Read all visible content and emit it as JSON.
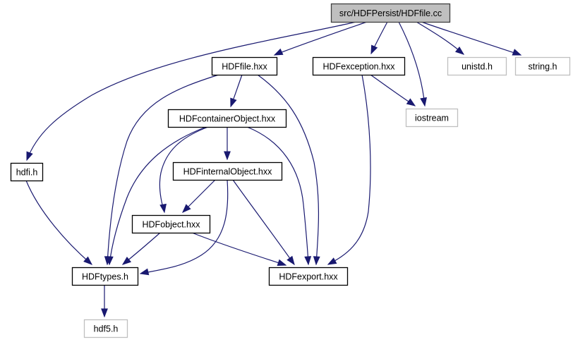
{
  "graph": {
    "title": "Include dependency graph for src/HDFPersist/HDFfile.cc",
    "colors": {
      "edge": "#191970",
      "root_fill": "#bfbfbf",
      "root_border": "#404040",
      "documented_border": "#000000",
      "external_border": "#bfbfbf",
      "node_fill": "#ffffff"
    },
    "nodes": [
      {
        "id": "root",
        "label": "src/HDFPersist/HDFfile.cc",
        "kind": "root"
      },
      {
        "id": "hdffile_hxx",
        "label": "HDFfile.hxx",
        "kind": "documented"
      },
      {
        "id": "hdfexception_hxx",
        "label": "HDFexception.hxx",
        "kind": "documented"
      },
      {
        "id": "unistd_h",
        "label": "unistd.h",
        "kind": "external"
      },
      {
        "id": "string_h",
        "label": "string.h",
        "kind": "external"
      },
      {
        "id": "iostream",
        "label": "iostream",
        "kind": "external"
      },
      {
        "id": "hdfcontainerobject_hxx",
        "label": "HDFcontainerObject.hxx",
        "kind": "documented"
      },
      {
        "id": "hdfi_h",
        "label": "hdfi.h",
        "kind": "documented"
      },
      {
        "id": "hdfinternalobject_hxx",
        "label": "HDFinternalObject.hxx",
        "kind": "documented"
      },
      {
        "id": "hdfobject_hxx",
        "label": "HDFobject.hxx",
        "kind": "documented"
      },
      {
        "id": "hdftypes_h",
        "label": "HDFtypes.h",
        "kind": "documented"
      },
      {
        "id": "hdfexport_hxx",
        "label": "HDFexport.hxx",
        "kind": "documented"
      },
      {
        "id": "hdf5_h",
        "label": "hdf5.h",
        "kind": "external"
      }
    ],
    "edges": [
      {
        "from": "root",
        "to": "hdffile_hxx"
      },
      {
        "from": "root",
        "to": "hdfexception_hxx"
      },
      {
        "from": "root",
        "to": "unistd_h"
      },
      {
        "from": "root",
        "to": "string_h"
      },
      {
        "from": "root",
        "to": "iostream"
      },
      {
        "from": "root",
        "to": "hdfi_h"
      },
      {
        "from": "hdffile_hxx",
        "to": "hdfcontainerobject_hxx"
      },
      {
        "from": "hdffile_hxx",
        "to": "hdftypes_h"
      },
      {
        "from": "hdffile_hxx",
        "to": "hdfexport_hxx"
      },
      {
        "from": "hdfexception_hxx",
        "to": "iostream"
      },
      {
        "from": "hdfexception_hxx",
        "to": "hdfexport_hxx"
      },
      {
        "from": "hdfcontainerobject_hxx",
        "to": "hdfinternalobject_hxx"
      },
      {
        "from": "hdfcontainerobject_hxx",
        "to": "hdfobject_hxx"
      },
      {
        "from": "hdfcontainerobject_hxx",
        "to": "hdftypes_h"
      },
      {
        "from": "hdfcontainerobject_hxx",
        "to": "hdfexport_hxx"
      },
      {
        "from": "hdfinternalobject_hxx",
        "to": "hdfobject_hxx"
      },
      {
        "from": "hdfinternalobject_hxx",
        "to": "hdftypes_h"
      },
      {
        "from": "hdfinternalobject_hxx",
        "to": "hdfexport_hxx"
      },
      {
        "from": "hdfobject_hxx",
        "to": "hdftypes_h"
      },
      {
        "from": "hdfobject_hxx",
        "to": "hdfexport_hxx"
      },
      {
        "from": "hdfi_h",
        "to": "hdftypes_h"
      },
      {
        "from": "hdftypes_h",
        "to": "hdf5_h"
      }
    ]
  }
}
